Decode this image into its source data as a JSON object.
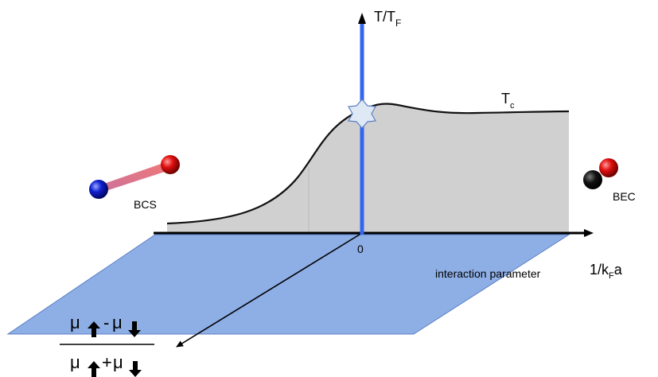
{
  "axes": {
    "vertical_label": "T/T",
    "vertical_sub": "F",
    "horizontal_label_prefix": "interaction parameter",
    "horizontal_symbol": "1/k",
    "horizontal_sub": "F",
    "horizontal_suffix": "a",
    "origin_label": "0"
  },
  "curve": {
    "label": "T",
    "label_sub": "c"
  },
  "regimes": {
    "left": "BCS",
    "right": "BEC"
  },
  "depth_axis": {
    "numerator_a": "μ",
    "numerator_op": "-",
    "numerator_b": "μ",
    "denominator_a": "μ",
    "denominator_op": "+",
    "denominator_b": "μ"
  },
  "colors": {
    "vertical_axis": "#3366ee",
    "plane": "#8eaee6",
    "area_fill": "#d0d0d0",
    "star": "#dfe8f5",
    "molecule_red": "#dd1111",
    "molecule_blue": "#1122cc"
  }
}
